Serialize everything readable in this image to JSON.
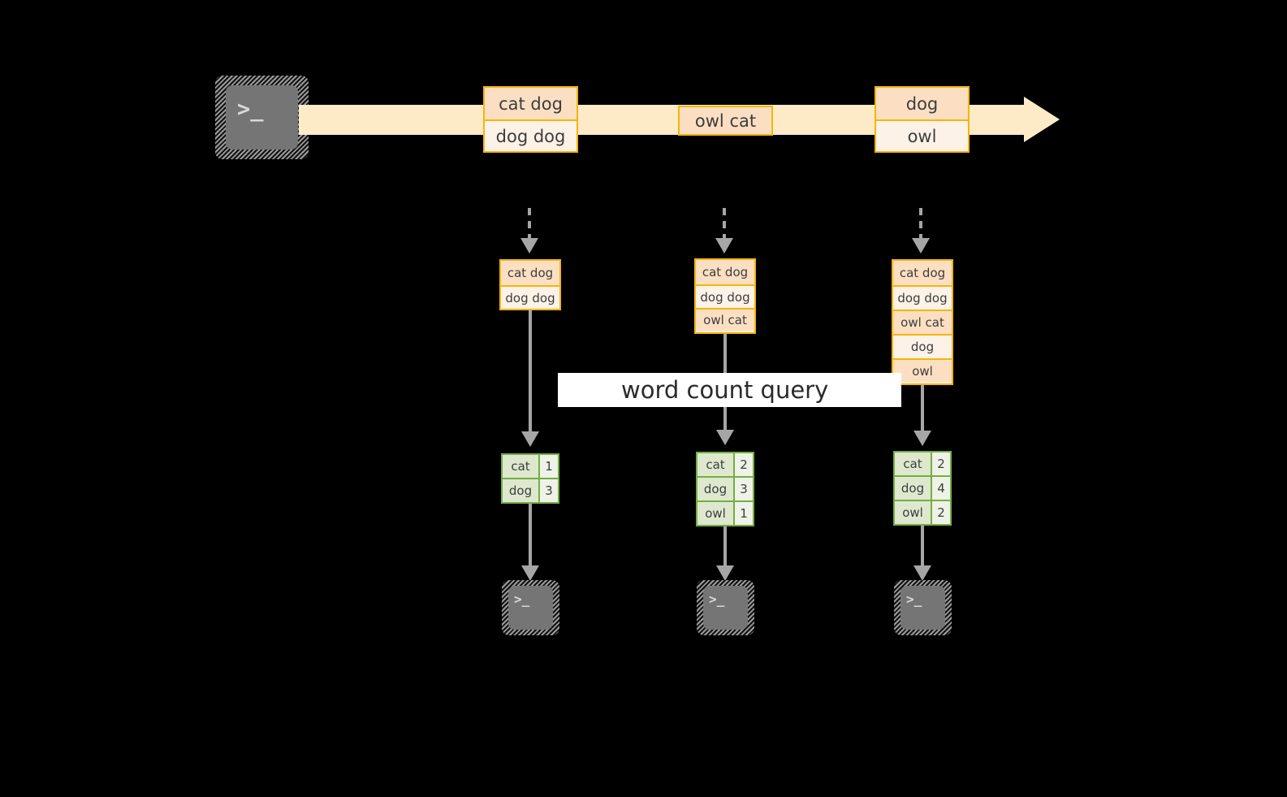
{
  "diagram": {
    "stream": {
      "source_icon": "terminal-icon",
      "arrow_color": "#fdebc8",
      "border_color": "#f5b50a",
      "events": [
        {
          "lines": [
            "cat dog",
            "dog dog"
          ]
        },
        {
          "lines": [
            "owl cat"
          ]
        },
        {
          "lines": [
            "dog",
            "owl"
          ]
        }
      ]
    },
    "query_label": "word count query",
    "columns": [
      {
        "input_box_lines": [
          "cat dog",
          "dog dog"
        ],
        "result_table": {
          "rows": [
            {
              "word": "cat",
              "count": "1"
            },
            {
              "word": "dog",
              "count": "3"
            }
          ]
        },
        "sink_icon": "terminal-icon"
      },
      {
        "input_box_lines": [
          "cat dog",
          "dog dog",
          "owl cat"
        ],
        "result_table": {
          "rows": [
            {
              "word": "cat",
              "count": "2"
            },
            {
              "word": "dog",
              "count": "3"
            },
            {
              "word": "owl",
              "count": "1"
            }
          ]
        },
        "sink_icon": "terminal-icon"
      },
      {
        "input_box_lines": [
          "cat dog",
          "dog dog",
          "owl cat",
          "dog",
          "owl"
        ],
        "result_table": {
          "rows": [
            {
              "word": "cat",
              "count": "2"
            },
            {
              "word": "dog",
              "count": "4"
            },
            {
              "word": "owl",
              "count": "2"
            }
          ]
        },
        "sink_icon": "terminal-icon"
      }
    ],
    "terminal_glyph": ">_",
    "colors": {
      "background": "#000000",
      "stream_band": "#fdebc8",
      "record_border": "#f5b50a",
      "record_fill_dark": "#fcdfc2",
      "record_fill_light": "#fdf2e7",
      "table_border": "#77ad42",
      "table_fill_word": "#dde8cf",
      "table_fill_count": "#eef3e7",
      "connector": "#a6a6a6",
      "label_background": "#ffffff"
    }
  }
}
